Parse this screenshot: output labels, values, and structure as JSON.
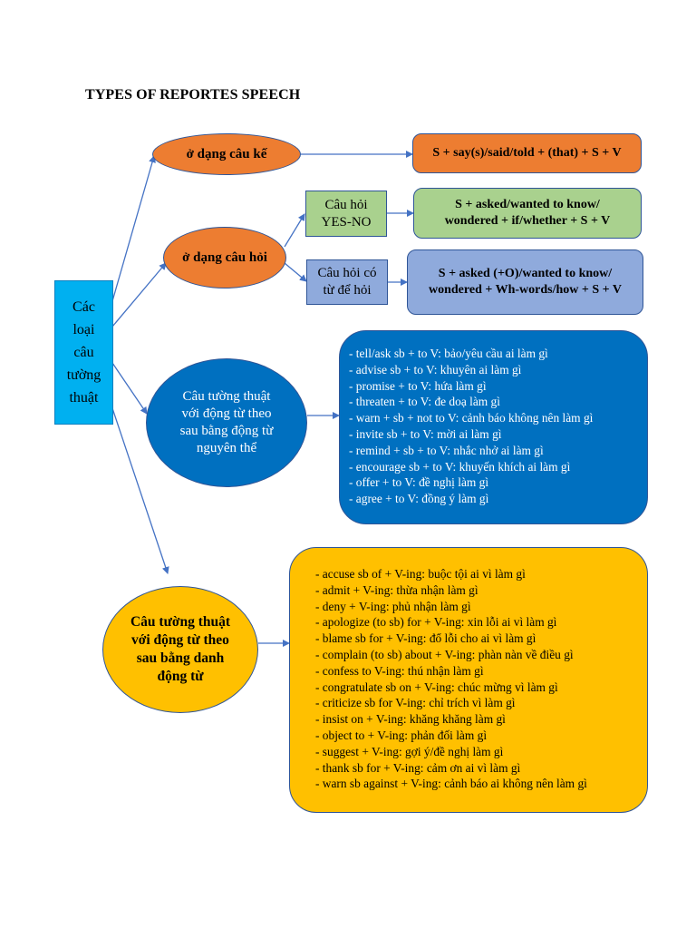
{
  "title": "TYPES OF REPORTES SPEECH",
  "root": [
    "Các",
    "loại",
    "câu",
    "tường",
    "thuật"
  ],
  "branches": {
    "statement": {
      "label": "ở dạng câu kế",
      "formula": "S + say(s)/said/told + (that) + S + V"
    },
    "question": {
      "label": "ở dạng câu hỏi",
      "yes_no": {
        "label": [
          "Câu hỏi",
          "YES-NO"
        ],
        "formula": [
          "S + asked/wanted to know/",
          "wondered + if/whether + S + V"
        ]
      },
      "wh": {
        "label": [
          "Câu hỏi có",
          "từ để hỏi"
        ],
        "formula": [
          "S + asked (+O)/wanted to know/",
          "wondered + Wh-words/how + S + V"
        ]
      }
    },
    "infinitive": {
      "label": "Câu tường thuật với động từ theo sau bằng động từ nguyên thể",
      "items": [
        "- tell/ask sb + to V: bảo/yêu cầu ai làm gì",
        "- advise sb + to V: khuyên ai làm gì",
        "- promise + to V: hứa làm gì",
        "- threaten + to V: đe doạ làm gì",
        "- warn + sb + not to V: cảnh báo không nên làm gì",
        "- invite sb + to V: mời ai làm gì",
        "- remind + sb + to V: nhắc nhở ai làm gì",
        "- encourage sb + to V: khuyến khích ai làm gì",
        "- offer + to V: đề nghị làm gì",
        "- agree + to V: đồng ý làm gì"
      ]
    },
    "gerund": {
      "label": "Câu tường thuật với động từ theo sau bằng danh động từ",
      "items": [
        "- accuse sb of + V-ing: buộc tội ai vì làm gì",
        "- admit + V-ing: thừa nhận làm gì",
        "- deny + V-ing: phủ nhận làm gì",
        "- apologize (to sb) for + V-ing: xin lỗi ai vì làm gì",
        "- blame sb for + V-ing: đổ lỗi cho ai vì làm gì",
        "- complain (to sb) about + V-ing: phàn nàn về điều gì",
        "- confess to V-ing: thú nhận làm gì",
        "- congratulate sb on + V-ing: chúc mừng vì làm gì",
        "- criticize sb for V-ing: chỉ trích vì làm gì",
        "- insist on + V-ing: khăng khăng làm gì",
        "- object to + V-ing: phản đối làm gì",
        "- suggest + V-ing: gợi ý/đề nghị làm gì",
        "- thank sb for + V-ing: cảm ơn ai vì làm gì",
        "- warn sb against + V-ing: cảnh báo ai không nên làm gì"
      ]
    }
  },
  "colors": {
    "arrow": "#4472c4",
    "root_fill": "#00b0f0",
    "orange": "#ed7d31",
    "green": "#a9d18e",
    "lavender": "#8faadc",
    "blue": "#0070c0",
    "gold": "#ffc000"
  }
}
